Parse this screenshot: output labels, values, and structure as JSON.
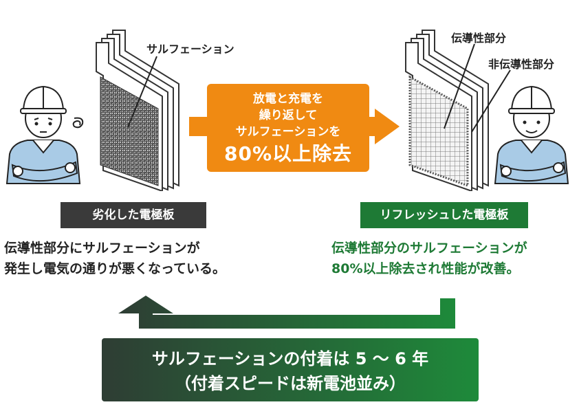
{
  "left": {
    "callout": "サルフェーション",
    "label": "劣化した電極板",
    "desc_line1": "伝導性部分にサルフェーションが",
    "desc_line2": "発生し電気の通りが悪くなっている。"
  },
  "center": {
    "line1": "放電と充電を",
    "line2": "繰り返して",
    "line3": "サルフェーションを",
    "line4": "80%以上除去"
  },
  "right": {
    "callout1": "伝導性部分",
    "callout2": "非伝導性部分",
    "label": "リフレッシュした電極板",
    "desc_line1": "伝導性部分のサルフェーションが",
    "desc_line2": "80%以上除去され性能が改善。"
  },
  "bottom": {
    "line1": "サルフェーションの付着は 5 〜 6 年",
    "line2": "（付着スピードは新電池並み）"
  },
  "colors": {
    "orange": "#f08a12",
    "dark_gray": "#3a3a3a",
    "green": "#1e7a35",
    "dark_green": "#2e3d34",
    "worker_blue": "#a9cbe6"
  }
}
